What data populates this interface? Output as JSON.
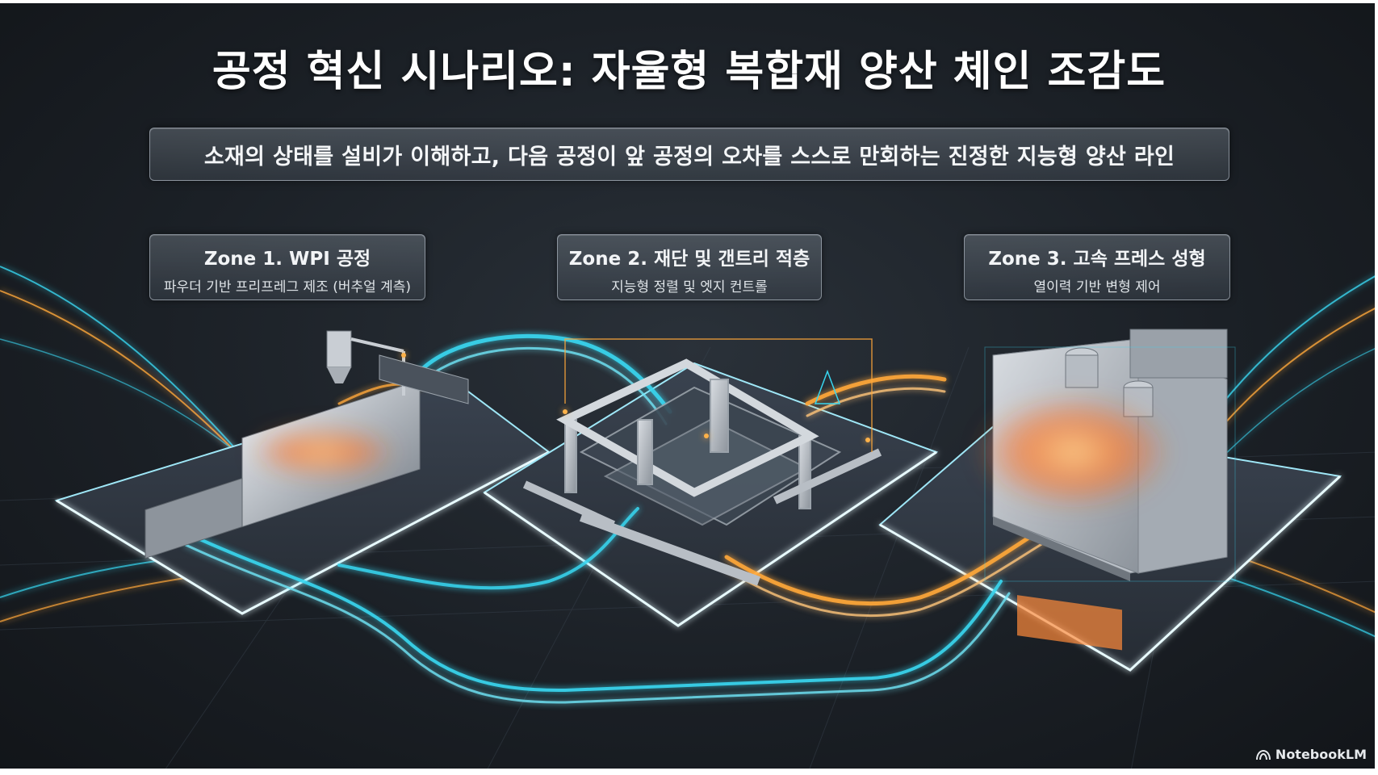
{
  "title": "공정 혁신 시나리오: 자율형 복합재 양산 체인 조감도",
  "subtitle": "소재의 상태를 설비가 이해하고, 다음 공정이 앞 공정의 오차를 스스로 만회하는 진정한 지능형 양산 라인",
  "zones": [
    {
      "title": "Zone 1. WPI 공정",
      "subtitle": "파우더 기반 프리프레그 제조 (버추얼 계측)"
    },
    {
      "title": "Zone 2. 재단 및 갠트리 적층",
      "subtitle": "지능형 정렬 및 엣지 컨트롤"
    },
    {
      "title": "Zone 3. 고속 프레스 성형",
      "subtitle": "열이력 기반 변형 제어"
    }
  ],
  "brand": {
    "label": "NotebookLM",
    "icon": "notebooklm-logo-icon"
  },
  "colors": {
    "background": "#1b2026",
    "cyan_flow": "#38d6f0",
    "orange_flow": "#ffa73a",
    "panel_border": "#c8d2dc"
  }
}
